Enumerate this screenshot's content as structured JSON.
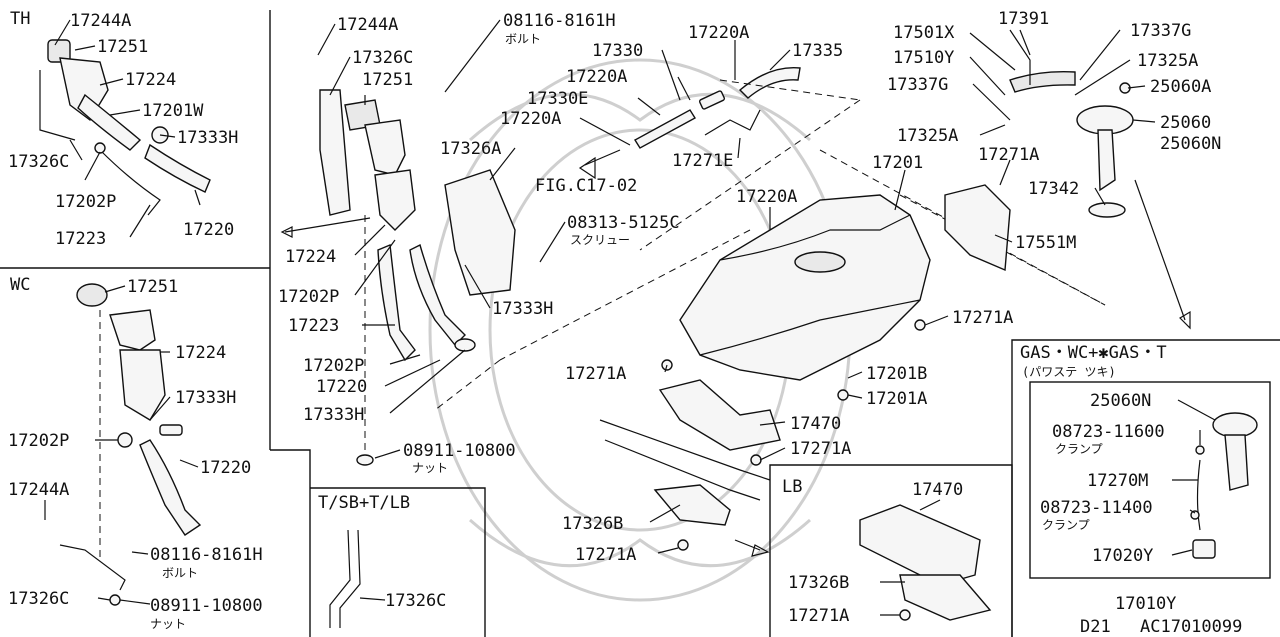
{
  "sections": {
    "th": {
      "title": "TH"
    },
    "wc": {
      "title": "WC"
    },
    "tsb": {
      "title": "T/SB+T/LB"
    },
    "lb": {
      "title": "LB"
    },
    "gas": {
      "title": "GAS・WC+✱GAS・T",
      "subtitle": "(パワステ ツキ)"
    }
  },
  "labels": {
    "th_17244a": "17244A",
    "th_17251": "17251",
    "th_17224": "17224",
    "th_17201w": "17201W",
    "th_17333h": "17333H",
    "th_17326c": "17326C",
    "th_17202p": "17202P",
    "th_17223": "17223",
    "th_17220": "17220",
    "wc_17251": "17251",
    "wc_17224": "17224",
    "wc_17333h": "17333H",
    "wc_17202p": "17202P",
    "wc_17220": "17220",
    "wc_17244a": "17244A",
    "wc_08116": "08116-8161H",
    "wc_bolt": "ボルト",
    "wc_17326c": "17326C",
    "wc_08911": "08911-10800",
    "wc_nut": "ナット",
    "tsb_17326c": "17326C",
    "m_17244a": "17244A",
    "m_17326c": "17326C",
    "m_17251": "17251",
    "m_08116": "08116-8161H",
    "m_bolt": "ボルト",
    "m_17326a": "17326A",
    "m_08313": "08313-5125C",
    "m_screw": "スクリュー",
    "m_17224": "17224",
    "m_17202p_1": "17202P",
    "m_17223": "17223",
    "m_17333h_1": "17333H",
    "m_17202p_2": "17202P",
    "m_17220": "17220",
    "m_17333h_2": "17333H",
    "m_08911": "08911-10800",
    "m_nut": "ナット",
    "m_17330": "17330",
    "m_17220a_1": "17220A",
    "m_17335": "17335",
    "m_17220a_2": "17220A",
    "m_17330e": "17330E",
    "m_17220a_3": "17220A",
    "m_fig": "FIG.C17-02",
    "m_17271e": "17271E",
    "m_17220a_4": "17220A",
    "m_17201": "17201",
    "m_17271a_1": "17271A",
    "m_17271a_2": "17271A",
    "m_17201b": "17201B",
    "m_17201a": "17201A",
    "m_17470": "17470",
    "m_17271a_3": "17271A",
    "m_17326b": "17326B",
    "m_17271a_4": "17271A",
    "r_17501x": "17501X",
    "r_17391": "17391",
    "r_17337g_1": "17337G",
    "r_17510y": "17510Y",
    "r_17325a_1": "17325A",
    "r_17337g_2": "17337G",
    "r_25060a": "25060A",
    "r_25060": "25060",
    "r_25060n": "25060N",
    "r_17325a_2": "17325A",
    "r_17271a": "17271A",
    "r_17342": "17342",
    "r_17551m": "17551M",
    "lb_17470": "17470",
    "lb_17326b": "17326B",
    "lb_17271a": "17271A",
    "g_25060n": "25060N",
    "g_08723_1": "08723-11600",
    "g_clamp1": "クランプ",
    "g_17270m": "17270M",
    "g_08723_2": "08723-11400",
    "g_clamp2": "クランプ",
    "g_17020y": "17020Y",
    "g_17010y": "17010Y",
    "footer_d21": "D21",
    "footer_code": "AC17010099"
  }
}
